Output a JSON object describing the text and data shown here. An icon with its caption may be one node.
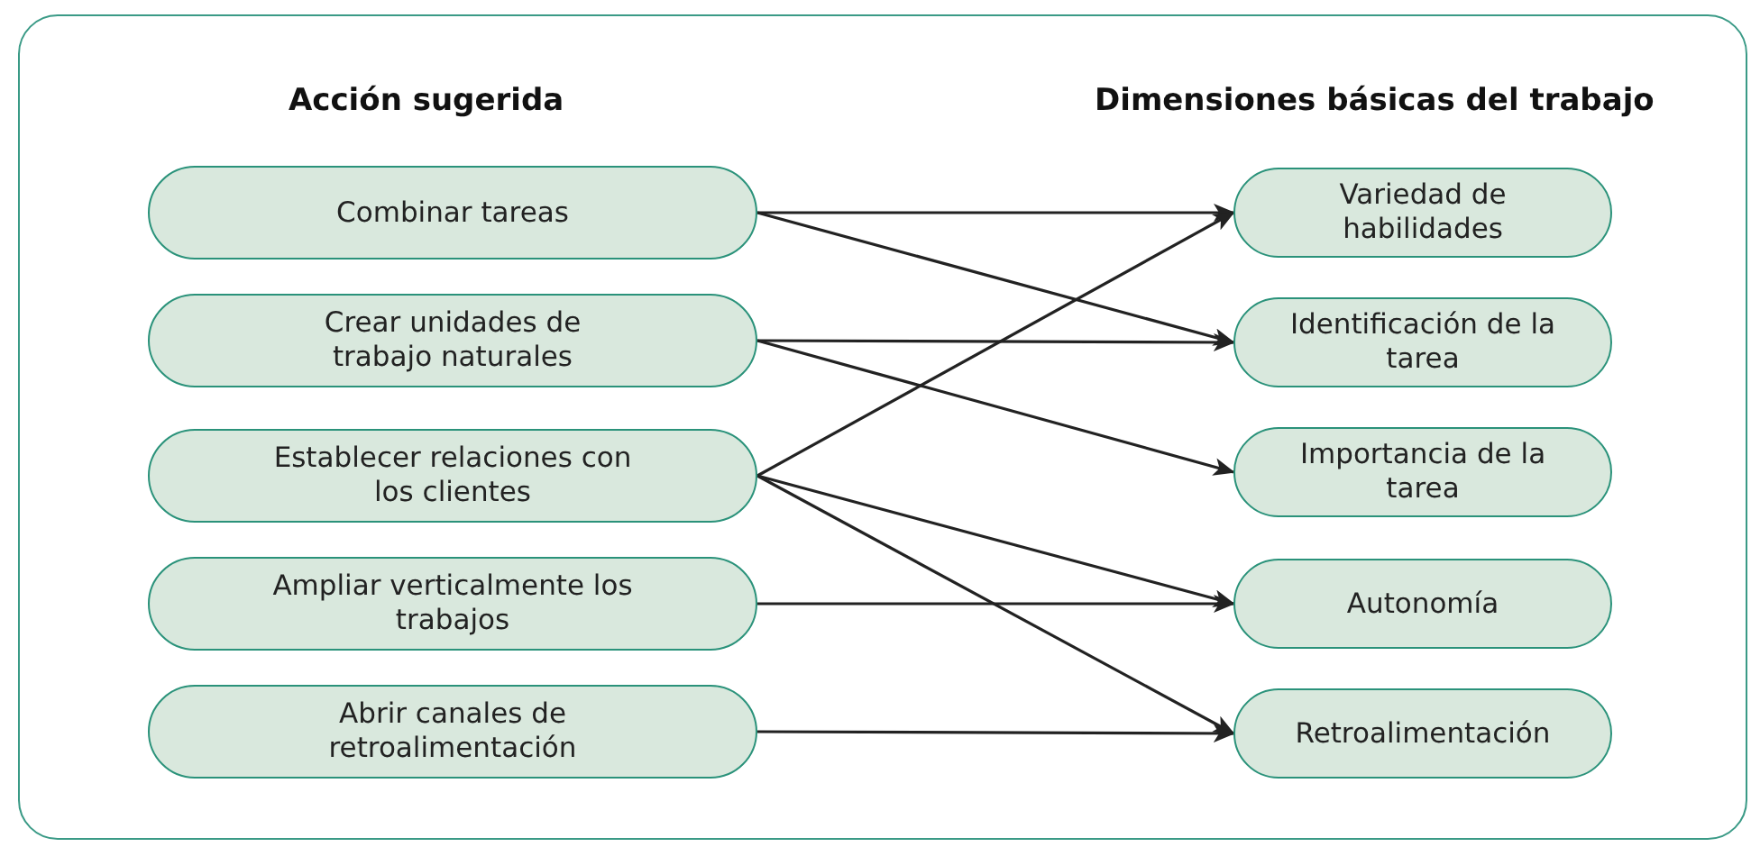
{
  "diagram": {
    "nodes": [
      {
        "text": [
          "Combinar tareas"
        ]
      },
      {
        "text": [
          "Crear unidades de trabajo naturales"
        ]
      },
      {
        "text": [
          "Establecer relaciones con los clientes"
        ]
      },
      {
        "text": [
          "Ampliar verticalmente los trabajos"
        ]
      },
      {
        "text": [
          "Abrir canales de retroalimentación"
        ]
      },
      {
        "text": [
          "Variedad de habilidades"
        ]
      },
      {
        "text": [
          "Identificación de la tarea"
        ]
      },
      {
        "text": [
          "Importancia de la tarea"
        ]
      },
      {
        "text": [
          "Autonomía"
        ]
      },
      {
        "text": [
          "Retroalimentación"
        ]
      }
    ],
    "edges": [
      {
        "from": 0,
        "to": 5,
        "arrow": "to"
      },
      {
        "from": 0,
        "to": 6,
        "arrow": "to"
      },
      {
        "from": 1,
        "to": 6,
        "arrow": "to"
      },
      {
        "from": 1,
        "to": 7,
        "arrow": "to"
      },
      {
        "from": 2,
        "to": 5,
        "arrow": "to"
      },
      {
        "from": 2,
        "to": 8,
        "arrow": "to"
      },
      {
        "from": 2,
        "to": 9,
        "arrow": "to"
      },
      {
        "from": 3,
        "to": 8,
        "arrow": "to"
      },
      {
        "from": 4,
        "to": 9,
        "arrow": "to"
      }
    ],
    "labels": [
      "Acción sugerida",
      "Dimensiones básicas del trabajo"
    ]
  }
}
